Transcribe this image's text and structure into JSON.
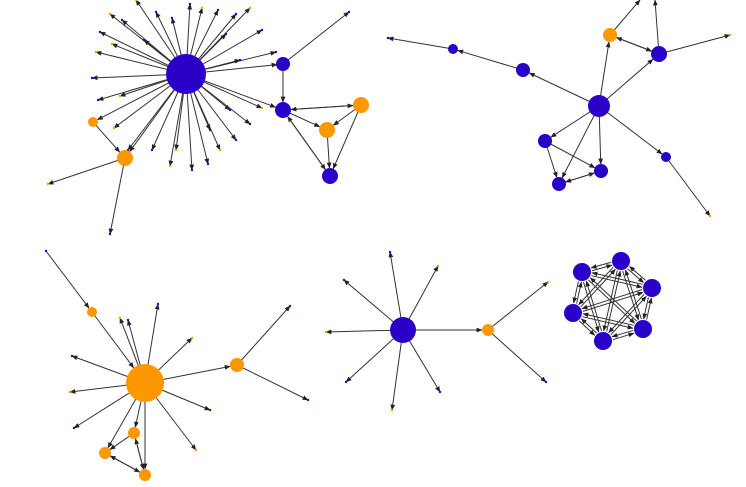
{
  "colors": {
    "blue": "#2a00c8",
    "orange": "#ff9800",
    "edge": "#333333",
    "background": "#ffffff"
  },
  "networks": [
    {
      "id": "top-left-network",
      "nodes": [
        {
          "id": "hub",
          "color": "blue",
          "size": "large"
        },
        {
          "id": "n-a",
          "color": "blue",
          "size": "small"
        },
        {
          "id": "n-b",
          "color": "blue",
          "size": "small"
        },
        {
          "id": "n-c",
          "color": "orange",
          "size": "small"
        },
        {
          "id": "n-d",
          "color": "orange",
          "size": "small"
        },
        {
          "id": "n-e",
          "color": "blue",
          "size": "small"
        },
        {
          "id": "n-f",
          "color": "orange",
          "size": "tiny"
        },
        {
          "id": "n-g",
          "color": "orange",
          "size": "small"
        }
      ],
      "edges": [
        [
          "hub",
          "n-a"
        ],
        [
          "n-a",
          "n-b"
        ],
        [
          "n-b",
          "n-c"
        ],
        [
          "n-c",
          "n-b"
        ],
        [
          "n-b",
          "n-d"
        ],
        [
          "n-d",
          "n-c"
        ],
        [
          "n-c",
          "n-e"
        ],
        [
          "n-e",
          "n-b"
        ],
        [
          "n-e",
          "n-c"
        ],
        [
          "n-d",
          "n-e"
        ],
        [
          "hub",
          "n-f"
        ],
        [
          "hub",
          "n-g"
        ]
      ]
    },
    {
      "id": "top-right-network",
      "nodes": [
        {
          "id": "hub",
          "color": "blue",
          "size": "medium"
        },
        {
          "id": "t1",
          "color": "blue",
          "size": "tiny"
        },
        {
          "id": "t2",
          "color": "blue",
          "size": "small"
        },
        {
          "id": "o1",
          "color": "orange",
          "size": "small"
        },
        {
          "id": "b1",
          "color": "blue",
          "size": "small"
        },
        {
          "id": "r1",
          "color": "blue",
          "size": "tiny"
        },
        {
          "id": "q1",
          "color": "blue",
          "size": "small"
        },
        {
          "id": "q2",
          "color": "blue",
          "size": "small"
        },
        {
          "id": "q3",
          "color": "blue",
          "size": "small"
        }
      ],
      "edges": [
        [
          "t1",
          "t2"
        ],
        [
          "t2",
          "hub"
        ],
        [
          "hub",
          "o1"
        ],
        [
          "hub",
          "b1"
        ],
        [
          "b1",
          "o1"
        ],
        [
          "o1",
          "b1"
        ],
        [
          "hub",
          "r1"
        ],
        [
          "hub",
          "q1"
        ],
        [
          "hub",
          "q2"
        ],
        [
          "hub",
          "q3"
        ],
        [
          "q1",
          "q2"
        ],
        [
          "q2",
          "q3"
        ],
        [
          "q3",
          "q1"
        ],
        [
          "q1",
          "q3"
        ]
      ]
    },
    {
      "id": "bottom-left-network",
      "nodes": [
        {
          "id": "hub",
          "color": "orange",
          "size": "large"
        },
        {
          "id": "o-small",
          "color": "orange",
          "size": "tiny"
        },
        {
          "id": "o-right",
          "color": "orange",
          "size": "small"
        },
        {
          "id": "c1",
          "color": "orange",
          "size": "small"
        },
        {
          "id": "c2",
          "color": "orange",
          "size": "small"
        },
        {
          "id": "c3",
          "color": "orange",
          "size": "small"
        }
      ],
      "edges": [
        [
          "o-small",
          "hub"
        ],
        [
          "hub",
          "o-right"
        ],
        [
          "hub",
          "c1"
        ],
        [
          "hub",
          "c2"
        ],
        [
          "hub",
          "c3"
        ],
        [
          "c1",
          "c2"
        ],
        [
          "c2",
          "c3"
        ],
        [
          "c3",
          "c1"
        ],
        [
          "c1",
          "c3"
        ],
        [
          "c2",
          "c1"
        ]
      ]
    },
    {
      "id": "bottom-middle-network",
      "nodes": [
        {
          "id": "hub",
          "color": "blue",
          "size": "medium"
        },
        {
          "id": "o1",
          "color": "orange",
          "size": "small"
        }
      ],
      "edges": [
        [
          "hub",
          "o1"
        ]
      ]
    },
    {
      "id": "clique-network",
      "nodes": [
        {
          "id": "k1",
          "color": "blue",
          "size": "small"
        },
        {
          "id": "k2",
          "color": "blue",
          "size": "small"
        },
        {
          "id": "k3",
          "color": "blue",
          "size": "small"
        },
        {
          "id": "k4",
          "color": "blue",
          "size": "small"
        },
        {
          "id": "k5",
          "color": "blue",
          "size": "small"
        },
        {
          "id": "k6",
          "color": "blue",
          "size": "small"
        }
      ],
      "edges": "complete-directed"
    }
  ]
}
